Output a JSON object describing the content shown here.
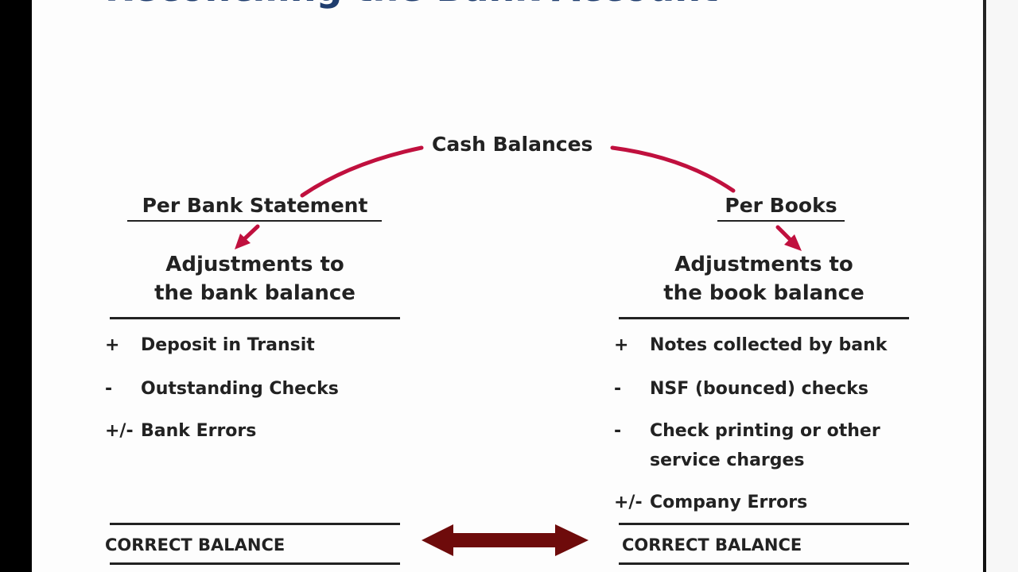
{
  "slide_title": "Reconciling the Bank Account",
  "center_label": "Cash Balances",
  "colors": {
    "arrow_red": "#c0103e",
    "double_arrow": "#6e0b0b",
    "title_blue": "#1f3d6e"
  },
  "left": {
    "header": "Per Bank Statement",
    "adjust_line1": "Adjustments to",
    "adjust_line2": "the bank balance",
    "items": [
      {
        "sign": "+",
        "label": "Deposit in Transit"
      },
      {
        "sign": "-",
        "label": "Outstanding Checks"
      },
      {
        "sign": "+/-",
        "label": "Bank Errors"
      }
    ],
    "correct": "CORRECT BALANCE"
  },
  "right": {
    "header": "Per Books",
    "adjust_line1": "Adjustments to",
    "adjust_line2": "the book balance",
    "items": [
      {
        "sign": "+",
        "label": "Notes collected by bank"
      },
      {
        "sign": "-",
        "label": "NSF (bounced) checks"
      },
      {
        "sign": "-",
        "label": "Check printing or other",
        "label2": "service charges"
      },
      {
        "sign": "+/-",
        "label": "Company Errors"
      }
    ],
    "correct": "CORRECT BALANCE"
  }
}
